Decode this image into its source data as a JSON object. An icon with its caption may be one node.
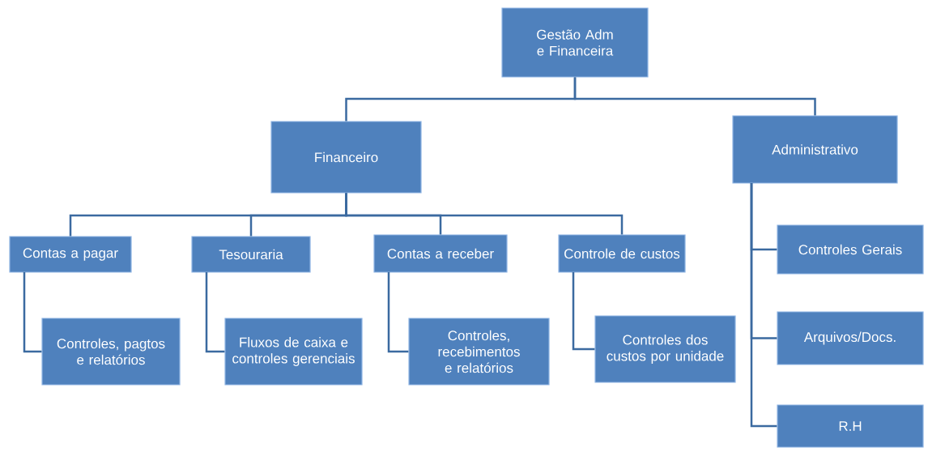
{
  "diagram": {
    "nodes": [
      {
        "text": [
          "Gestão Adm e Financeira"
        ]
      },
      {
        "text": [
          "Financeiro"
        ]
      },
      {
        "text": [
          "Administrativo"
        ]
      },
      {
        "text": [
          "Contas a pagar"
        ]
      },
      {
        "text": [
          "Tesouraria"
        ]
      },
      {
        "text": [
          "Contas a receber"
        ]
      },
      {
        "text": [
          "Controle de custos"
        ]
      },
      {
        "text": [
          "Controles, pagtos e relatórios"
        ]
      },
      {
        "text": [
          "Fluxos de caixa e controles gerenciais"
        ]
      },
      {
        "text": [
          "Controles, recebimentos e relatórios"
        ]
      },
      {
        "text": [
          "Controles dos custos por unidade"
        ]
      },
      {
        "text": [
          "Controles Gerais"
        ]
      },
      {
        "text": [
          "Arquivos/Docs."
        ]
      },
      {
        "text": [
          "R.H"
        ]
      }
    ],
    "edges": [
      {
        "from": 0,
        "to": 1,
        "arrow": "none"
      },
      {
        "from": 0,
        "to": 2,
        "arrow": "none"
      },
      {
        "from": 1,
        "to": 3,
        "arrow": "none"
      },
      {
        "from": 1,
        "to": 4,
        "arrow": "none"
      },
      {
        "from": 1,
        "to": 5,
        "arrow": "none"
      },
      {
        "from": 1,
        "to": 6,
        "arrow": "none"
      },
      {
        "from": 3,
        "to": 7,
        "arrow": "none"
      },
      {
        "from": 4,
        "to": 8,
        "arrow": "none"
      },
      {
        "from": 5,
        "to": 9,
        "arrow": "none"
      },
      {
        "from": 6,
        "to": 10,
        "arrow": "none"
      },
      {
        "from": 2,
        "to": 11,
        "arrow": "none"
      },
      {
        "from": 2,
        "to": 12,
        "arrow": "none"
      },
      {
        "from": 2,
        "to": 13,
        "arrow": "none"
      }
    ]
  }
}
